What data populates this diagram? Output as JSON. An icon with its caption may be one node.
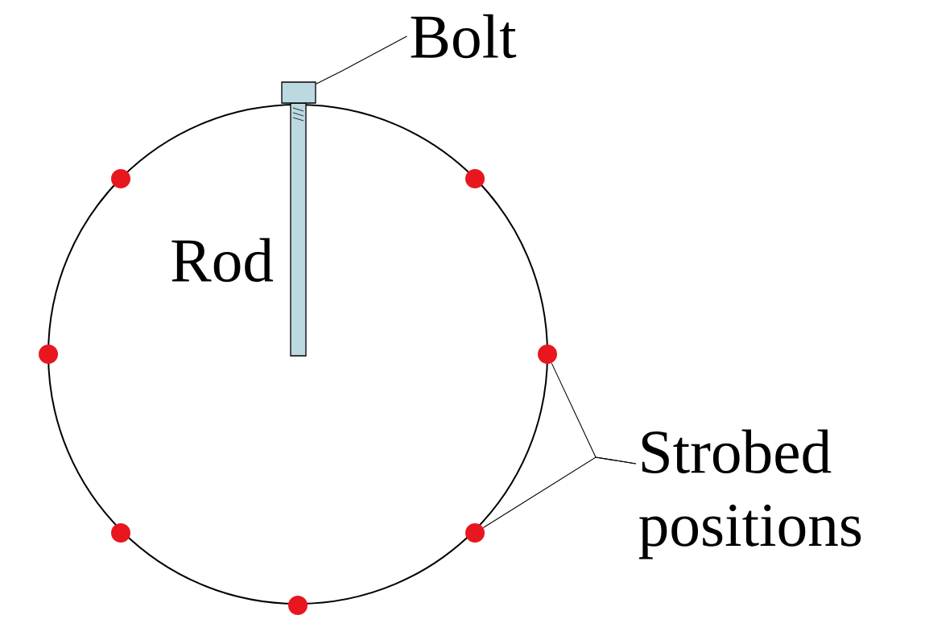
{
  "diagram": {
    "nodes": [
      {
        "text": [
          "Bolt"
        ]
      },
      {
        "text": [],
        "shape": "box"
      },
      {
        "text": [],
        "shape": "circle"
      },
      {
        "text": [],
        "shape": "circle"
      },
      {
        "text": [],
        "shape": "circle"
      },
      {
        "text": [],
        "shape": "circle"
      },
      {
        "text": [
          "Strobed positions"
        ]
      },
      {
        "text": [],
        "shape": "circle"
      },
      {
        "text": [],
        "shape": "circle"
      },
      {
        "text": [],
        "shape": "circle"
      }
    ],
    "edges": [
      {
        "from": 0,
        "to": 1,
        "arrow": "none"
      },
      {
        "from": 6,
        "to": 5,
        "arrow": "none"
      },
      {
        "from": 6,
        "to": 8,
        "arrow": "none"
      }
    ],
    "labels": [
      "Rod"
    ]
  }
}
